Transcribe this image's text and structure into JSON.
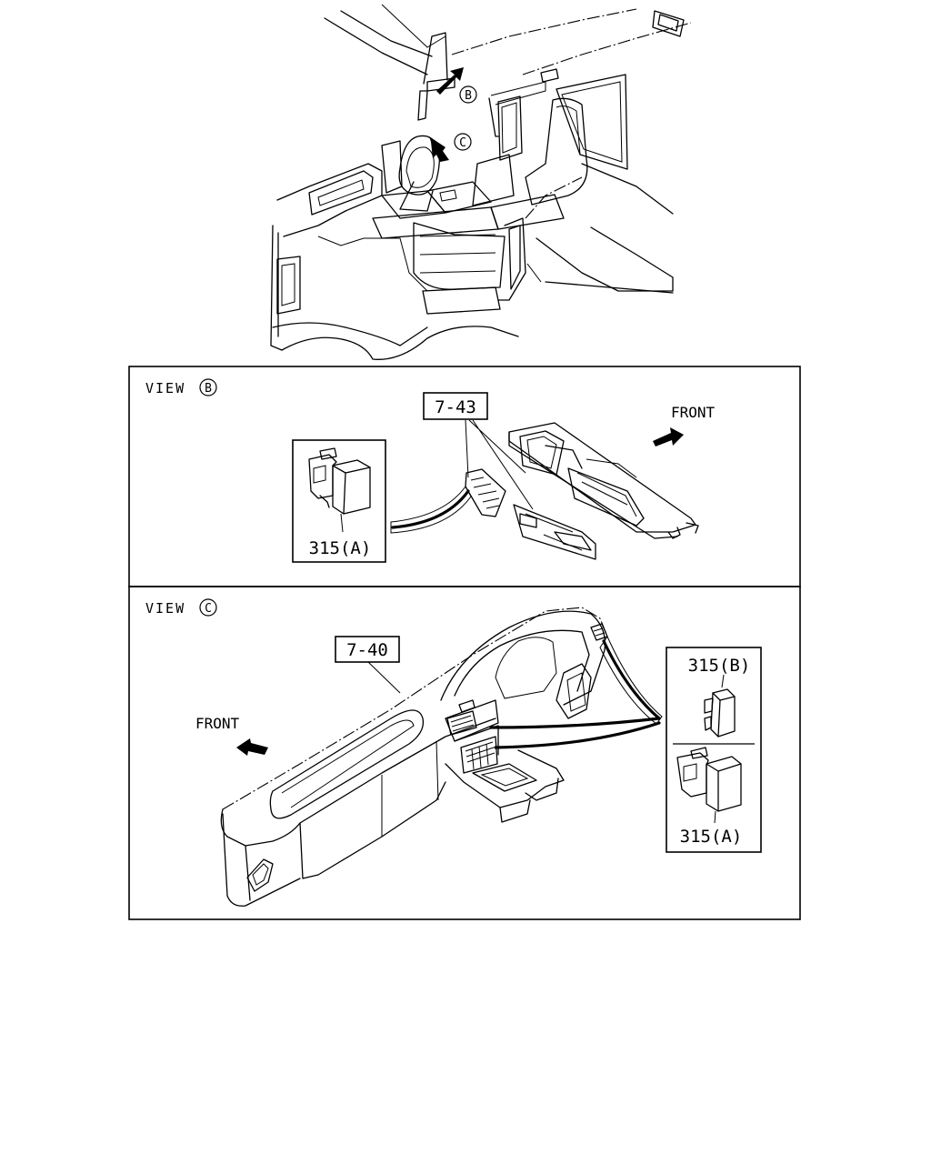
{
  "overview": {
    "callout_b": "B",
    "callout_c": "C"
  },
  "view_b": {
    "title": "VIEW",
    "letter": "B",
    "part_ref": "7-43",
    "front_label": "FRONT",
    "inset_label": "315(A)"
  },
  "view_c": {
    "title": "VIEW",
    "letter": "C",
    "part_ref": "7-40",
    "front_label": "FRONT",
    "inset_label_b": "315(B)",
    "inset_label_a": "315(A)"
  },
  "icons": [
    "view-b-direction-arrow",
    "view-c-direction-arrow",
    "front-arrow-icon",
    "switch-315a-icon",
    "switch-315b-icon"
  ]
}
